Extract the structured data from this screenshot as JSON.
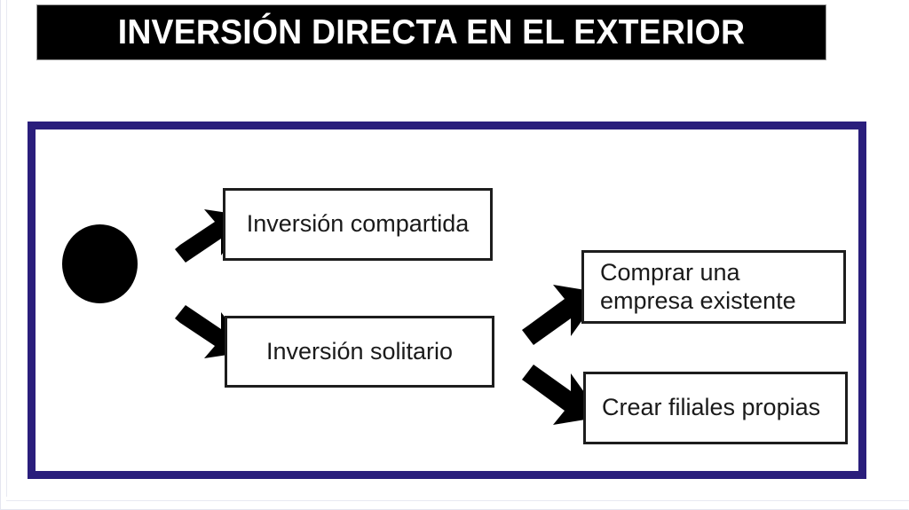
{
  "slide": {
    "title": "INVERSIÓN DIRECTA EN EL EXTERIOR",
    "background_color": "#FFFFFF",
    "title_background_color": "#000000",
    "title_text_color": "#FFFFFF",
    "frame_border_color": "#2A1E7C",
    "shape_outline_color": "#1D1D1D",
    "arrow_color": "#000000"
  },
  "diagram": {
    "type": "flow",
    "start_node": {
      "shape": "circle",
      "label": ""
    },
    "nodes": [
      {
        "id": "compartida",
        "label": "Inversión compartida",
        "align": "center"
      },
      {
        "id": "solitario",
        "label": "Inversión solitario",
        "align": "center"
      },
      {
        "id": "comprar",
        "label": "Comprar una\nempresa existente",
        "line1": "Comprar una",
        "line2": "empresa existente",
        "align": "left"
      },
      {
        "id": "filiales",
        "label": "Crear filiales propias",
        "align": "left"
      }
    ],
    "edges": [
      {
        "id": "edge-circle-compartida",
        "from": "start",
        "to": "compartida",
        "direction": "up-right",
        "icon": "arrow-up-right-icon"
      },
      {
        "id": "edge-circle-solitario",
        "from": "start",
        "to": "solitario",
        "direction": "down-right",
        "icon": "arrow-down-right-icon"
      },
      {
        "id": "edge-solitario-comprar",
        "from": "solitario",
        "to": "comprar",
        "direction": "up-right",
        "icon": "arrow-up-right-icon"
      },
      {
        "id": "edge-solitario-filiales",
        "from": "solitario",
        "to": "filiales",
        "direction": "down-right",
        "icon": "arrow-down-right-icon"
      }
    ]
  }
}
